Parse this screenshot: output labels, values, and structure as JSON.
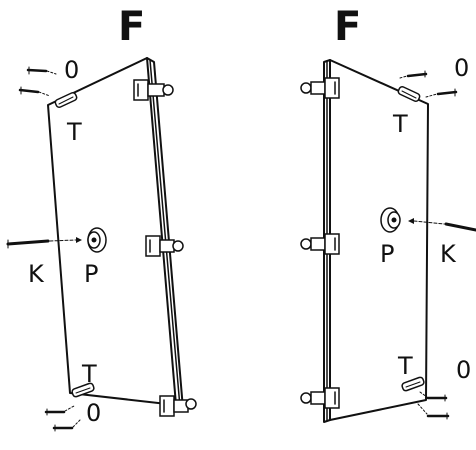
{
  "left_panel": {
    "heading": "F",
    "labels": {
      "screw_top": "0",
      "hinge_plate_top": "T",
      "screw_handle": "K",
      "knob": "P",
      "hinge_plate_bottom": "T",
      "screw_bottom": "0"
    }
  },
  "right_panel": {
    "heading": "F",
    "labels": {
      "screw_top": "0",
      "hinge_plate_top": "T",
      "knob": "P",
      "screw_handle": "K",
      "hinge_plate_bottom": "T",
      "screw_bottom": "0"
    }
  },
  "colors": {
    "line": "#111111",
    "background": "#ffffff"
  }
}
